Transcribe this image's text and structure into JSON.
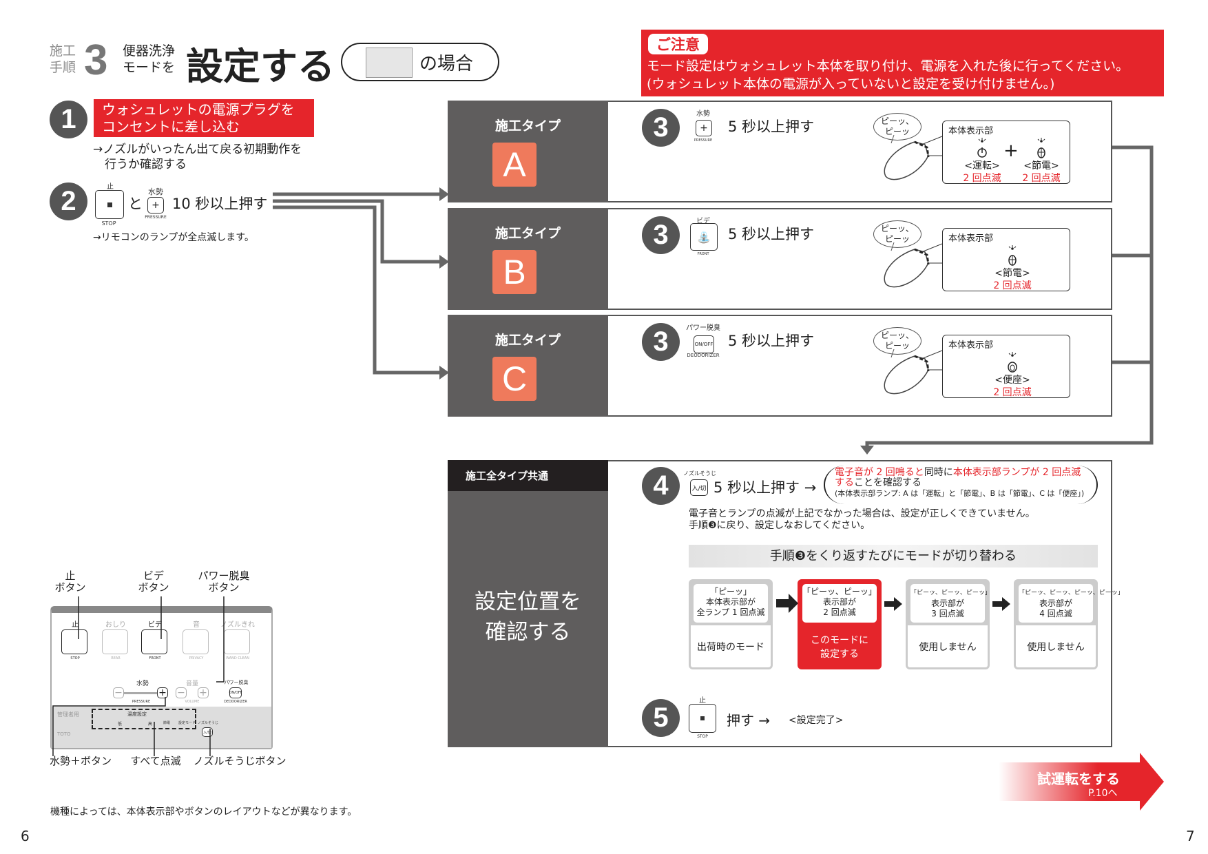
{
  "header": {
    "step_label": "施工\n手順",
    "step_number": "3",
    "sub": "便器洗浄\nモードを",
    "title": "設定する",
    "case_suffix": "の場合"
  },
  "caution": {
    "badge": "ご注意",
    "line1": "モード設定はウォシュレット本体を取り付け、電源を入れた後に行ってください。",
    "line2": "(ウォシュレット本体の電源が入っていないと設定を受け付けません。)"
  },
  "step1": {
    "num": "1",
    "title": "ウォシュレットの電源プラグを\nコンセントに差し込む",
    "note": "→ノズルがいったん出て戻る初期動作を\n　行うか確認する"
  },
  "step2": {
    "num": "2",
    "stop_top": "止",
    "stop_bottom": "STOP",
    "and": "と",
    "pressure_top": "水勢",
    "pressure_bottom": "PRESSURE",
    "action": "10 秒以上押す",
    "note": "→リモコンのランプが全点滅します。"
  },
  "types": [
    {
      "label": "施工タイプ",
      "letter": "A",
      "step": "3",
      "btn_top": "水勢",
      "btn_glyph": "+",
      "btn_bottom": "PRESSURE",
      "action": "5 秒以上押す",
      "bubble": "ピーッ、\nピーッ",
      "panel_title": "本体表示部",
      "lamps": [
        {
          "name": "<運転>",
          "blink": "2 回点滅",
          "icon": "power-icon"
        },
        {
          "name": "<節電>",
          "blink": "2 回点滅",
          "icon": "leaf-icon"
        }
      ],
      "plus": "+"
    },
    {
      "label": "施工タイプ",
      "letter": "B",
      "step": "3",
      "btn_top": "ビデ",
      "btn_glyph": "⛲",
      "btn_bottom": "FRONT",
      "action": "5 秒以上押す",
      "bubble": "ピーッ、\nピーッ",
      "panel_title": "本体表示部",
      "lamps": [
        {
          "name": "<節電>",
          "blink": "2 回点滅",
          "icon": "leaf-icon"
        }
      ]
    },
    {
      "label": "施工タイプ",
      "letter": "C",
      "step": "3",
      "btn_top": "パワー脱臭",
      "btn_glyph": "ON/OFF",
      "btn_bottom": "DEODORIZER",
      "action": "5 秒以上押す",
      "bubble": "ピーッ、\nピーッ",
      "panel_title": "本体表示部",
      "lamps": [
        {
          "name": "<便座>",
          "blink": "2 回点滅",
          "icon": "seat-icon"
        }
      ]
    }
  ],
  "common": {
    "header": "施工全タイプ共通",
    "title": "設定位置を\n確認する",
    "step4": {
      "num": "4",
      "btn_top": "ノズルそうじ",
      "btn_glyph": "入/切",
      "action": "5 秒以上押す →",
      "confirm_red1": "電子音が 2 回鳴ると",
      "confirm_black1": "同時に",
      "confirm_red2": "本体表示部ランプが 2 回点滅",
      "confirm_red3": "する",
      "confirm_black2": "ことを確認する",
      "lamp_note": "(本体表示部ランプ: A は「運転」と「節電」、B は「節電」、C は「便座」)",
      "warn": "電子音とランプの点滅が上記でなかった場合は、設定が正しくできていません。\n手順❸に戻り、設定しなおしてください。"
    },
    "banner": "手順❸をくり返すたびにモードが切り替わる",
    "modes": [
      {
        "sound": "「ピーッ」",
        "display": "本体表示部が\n全ランプ 1 回点滅",
        "result": "出荷時のモード"
      },
      {
        "sound": "「ピーッ、ピーッ」",
        "display": "表示部が\n2 回点滅",
        "result": "このモードに\n設定する"
      },
      {
        "sound": "「ピーッ、ピーッ、ピーッ」",
        "display": "表示部が\n3 回点滅",
        "result": "使用しません"
      },
      {
        "sound": "「ピーッ、ピーッ、ピーッ、ピーッ」",
        "display": "表示部が\n4 回点滅",
        "result": "使用しません"
      }
    ],
    "step5": {
      "num": "5",
      "btn_top": "止",
      "btn_bottom": "STOP",
      "action": "押す →",
      "result": "<設定完了>"
    }
  },
  "remote": {
    "callouts": {
      "stop": "止\nボタン",
      "bidet": "ビデ\nボタン",
      "deodorizer": "パワー脱臭\nボタン",
      "pressure_plus": "水勢＋ボタン",
      "all_blink": "すべて点滅",
      "nozzle_clean": "ノズルそうじボタン"
    },
    "buttons": [
      {
        "top": "止",
        "bottom": "STOP"
      },
      {
        "top": "おしり",
        "bottom": "REAR"
      },
      {
        "top": "ビデ",
        "bottom": "FRONT"
      },
      {
        "top": "音",
        "bottom": "PRIVACY"
      },
      {
        "top": "ノズルきれい",
        "bottom": "WAND CLEAN"
      }
    ],
    "pressure": "水勢",
    "pressure_en": "PRESSURE",
    "volume": "音量",
    "volume_en": "VOLUME",
    "deodorizer": "パワー脱臭",
    "deodorizer_en": "DEODORIZER",
    "onoff": "ON/OFF",
    "admin": "管理者用",
    "temp": "温度設定",
    "low": "低",
    "high": "高",
    "save": "節電",
    "mode": "設定モード",
    "nozzle": "ノズルそうじ",
    "nozzle_btn": "入/切",
    "brand": "TOTO"
  },
  "footer": {
    "note": "機種によっては、本体表示部やボタンのレイアウトなどが異なります。",
    "page_left": "6",
    "page_right": "7",
    "next_title": "試運転をする",
    "next_page": "P.10へ"
  },
  "colors": {
    "red": "#e5252b",
    "dark": "#5f5d5d",
    "type_letter": "#ef7a5c"
  }
}
